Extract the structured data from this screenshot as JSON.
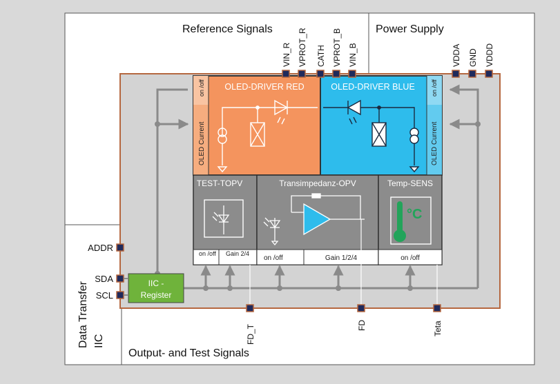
{
  "sections": {
    "reference_signals": "Reference Signals",
    "power_supply": "Power Supply",
    "data_transfer": "Data Transfer",
    "iic": "IIC",
    "output_test_signals": "Output- and Test Signals"
  },
  "top_pins_reference": [
    "VIN_R",
    "VPROT_R",
    "CATH",
    "VPROT_B",
    "VIN_B"
  ],
  "top_pins_power": [
    "VDDA",
    "GND",
    "VDDD"
  ],
  "left_pins": [
    "ADDR",
    "SDA",
    "SCL"
  ],
  "bottom_pins": [
    "FD_T",
    "FD",
    "Teta"
  ],
  "blocks": {
    "red": {
      "title": "OLED-DRIVER RED",
      "onoff": "on /off",
      "current": "OLED Current"
    },
    "blue": {
      "title": "OLED-DRIVER BLUE",
      "onoff": "on /off",
      "current": "OLED Current"
    },
    "test_topv": {
      "title": "TEST-TOPV",
      "onoff": "on /off",
      "gain": "Gain 2/4"
    },
    "trans": {
      "title": "Transimpedanz-OPV",
      "onoff": "on /off",
      "gain": "Gain 1/2/4"
    },
    "temp": {
      "title": "Temp-SENS",
      "onoff": "on /off",
      "unit": "°C"
    },
    "iic_register": {
      "line1": "IIC -",
      "line2": "Register"
    }
  },
  "colors": {
    "red": "#f4945e",
    "blue": "#2ebcec",
    "gray_block": "#8c8c8c",
    "chip_border": "#b5673f",
    "pin": "#1f2a5c",
    "register": "#6fb33b",
    "thermo": "#22a45a",
    "wire": "#888888"
  }
}
